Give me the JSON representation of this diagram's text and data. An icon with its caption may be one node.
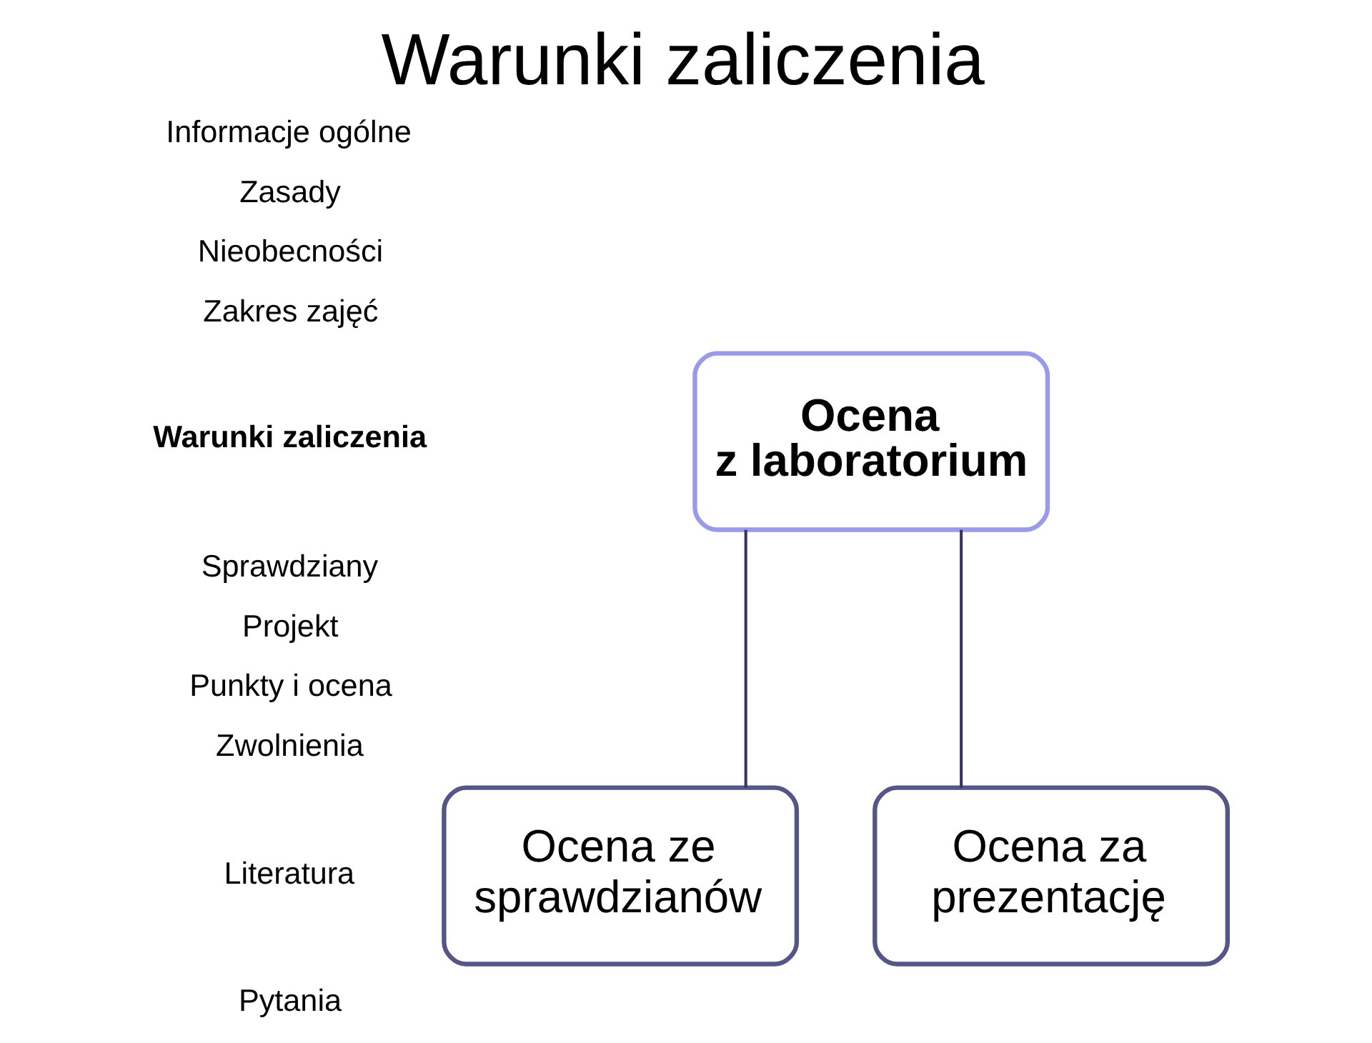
{
  "diagram": {
    "title": "Warunki zaliczenia",
    "nodes": [
      {
        "text": [
          "Ocena z laboratorium"
        ]
      },
      {
        "text": [
          "Ocena ze sprawdzianów"
        ]
      },
      {
        "text": [
          "Ocena za prezentację"
        ]
      }
    ],
    "edges": [
      {
        "from": 0,
        "to": 1,
        "arrow": "none"
      },
      {
        "from": 0,
        "to": 2,
        "arrow": "none"
      }
    ],
    "labels": [
      "Informacje ogólne",
      "Zasady",
      "Nieobecności",
      "Zakres zajęć",
      "Warunki zaliczenia",
      "Sprawdziany",
      "Projekt",
      "Punkty i ocena",
      "Zwolnienia",
      "Literatura",
      "Pytania"
    ]
  }
}
